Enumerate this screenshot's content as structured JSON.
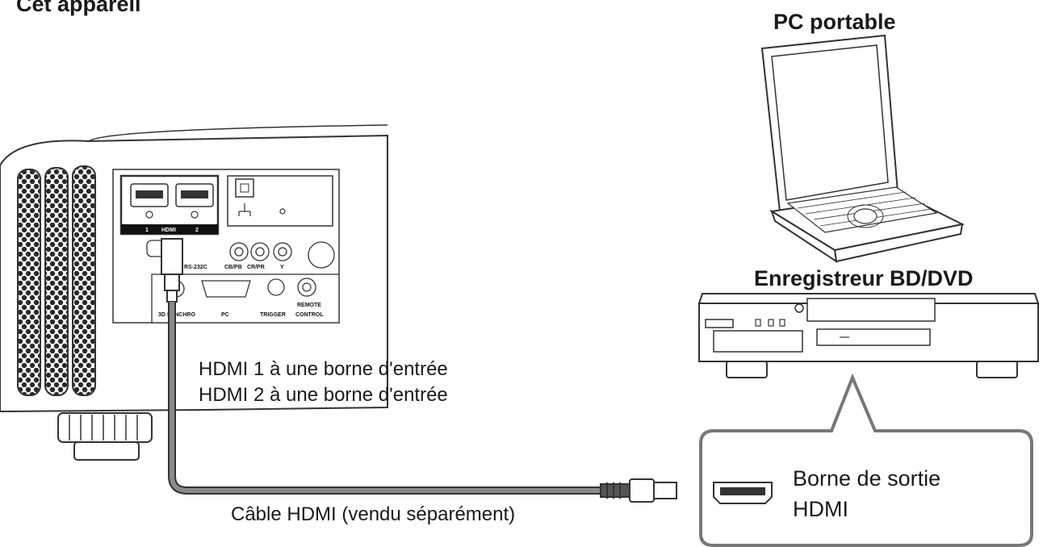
{
  "labels": {
    "device_title": "Cet appareil",
    "laptop_title": "PC portable",
    "recorder_title": "Enregistreur BD/DVD",
    "input_line_1": "HDMI 1 à une borne d'entrée",
    "input_line_2": "HDMI 2 à une borne d'entrée",
    "cable_caption": "Câble HDMI (vendu séparément)",
    "output_line_1": "Borne de sortie",
    "output_line_2": "HDMI"
  },
  "panel_labels": {
    "hdmi_1": "1",
    "hdmi_group": "HDMI",
    "hdmi_2": "2",
    "rs232c": "RS-232C",
    "cb_pb": "CB/PB",
    "cr_pr": "CR/PR",
    "y": "Y",
    "sync": "3D SYNCHRO",
    "pc": "PC",
    "trigger": "TRIGGER",
    "remote_1": "REMOTE",
    "remote_2": "CONTROL"
  },
  "colors": {
    "line": "#333333",
    "cable": "#6a6a6a",
    "panel_fill": "#ffffff",
    "hdmi_band": "#111111"
  }
}
